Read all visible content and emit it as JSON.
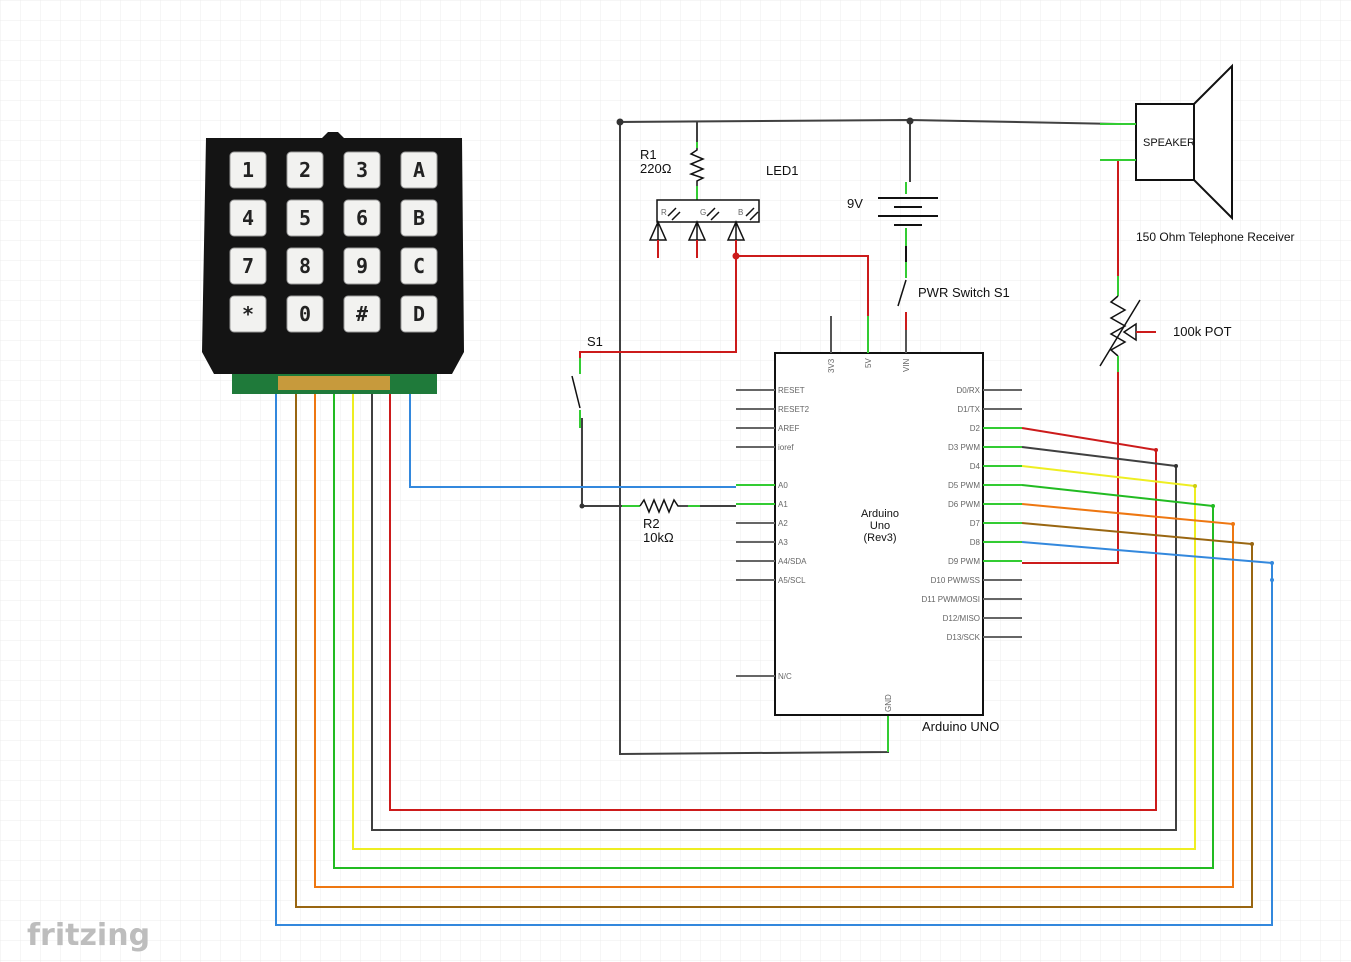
{
  "keypad": {
    "keys": [
      "1",
      "2",
      "3",
      "A",
      "4",
      "5",
      "6",
      "B",
      "7",
      "8",
      "9",
      "C",
      "*",
      "0",
      "#",
      "D"
    ]
  },
  "labels": {
    "r1_name": "R1",
    "r1_value": "220Ω",
    "led_name": "LED1",
    "led_r": "R",
    "led_g": "G",
    "led_b": "B",
    "battery": "9V",
    "speaker": "SPEAKER",
    "speaker_desc": "150 Ohm Telephone Receiver",
    "pot": "100k POT",
    "pwr_switch": "PWR Switch S1",
    "s1": "S1",
    "r2_name": "R2",
    "r2_value": "10kΩ",
    "board_line1": "Arduino",
    "board_line2": "Uno",
    "board_line3": "(Rev3)",
    "board_caption": "Arduino UNO",
    "logo": "fritzing"
  },
  "arduino": {
    "top_pins": [
      "3V3",
      "5V",
      "VIN"
    ],
    "bottom_pin": "GND",
    "left_pins": [
      "RESET",
      "RESET2",
      "AREF",
      "ioref",
      "A0",
      "A1",
      "A2",
      "A3",
      "A4/SDA",
      "A5/SCL",
      "N/C"
    ],
    "right_pins": [
      "D0/RX",
      "D1/TX",
      "D2",
      "D3 PWM",
      "D4",
      "D5 PWM",
      "D6 PWM",
      "D7",
      "D8",
      "D9 PWM",
      "D10 PWM/SS",
      "D11 PWM/MOSI",
      "D12/MISO",
      "D13/SCK"
    ]
  },
  "colors": {
    "wire_black": "#404040",
    "wire_red": "#cc1b1b",
    "wire_green": "#22bb22",
    "wire_yellow": "#eeee22",
    "wire_orange": "#ee7711",
    "wire_brown": "#996611",
    "wire_blue": "#3388dd",
    "pin_green": "#33cc33",
    "grid": "#e8e8e8"
  }
}
